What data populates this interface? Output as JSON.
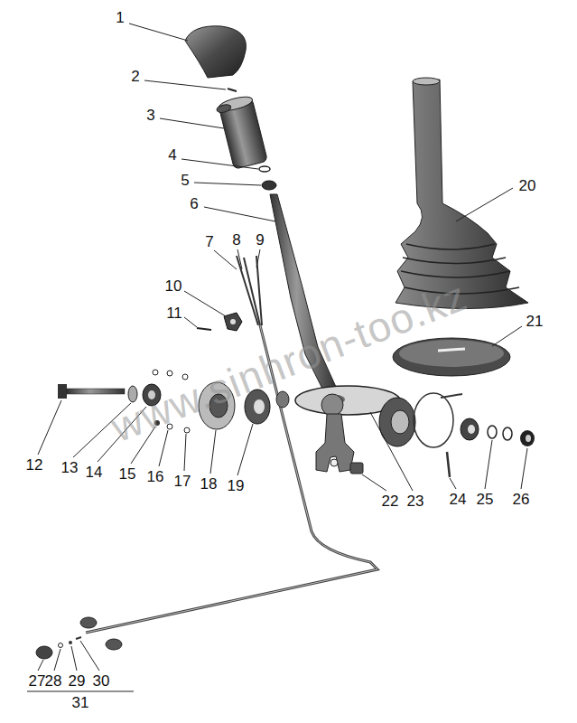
{
  "diagram": {
    "labels": [
      "1",
      "2",
      "3",
      "4",
      "5",
      "6",
      "7",
      "8",
      "9",
      "10",
      "11",
      "12",
      "13",
      "14",
      "15",
      "16",
      "17",
      "18",
      "19",
      "20",
      "21",
      "22",
      "23",
      "24",
      "25",
      "26",
      "27",
      "28",
      "29",
      "30",
      "31",
      "www.sinhron-too.kz"
    ]
  }
}
